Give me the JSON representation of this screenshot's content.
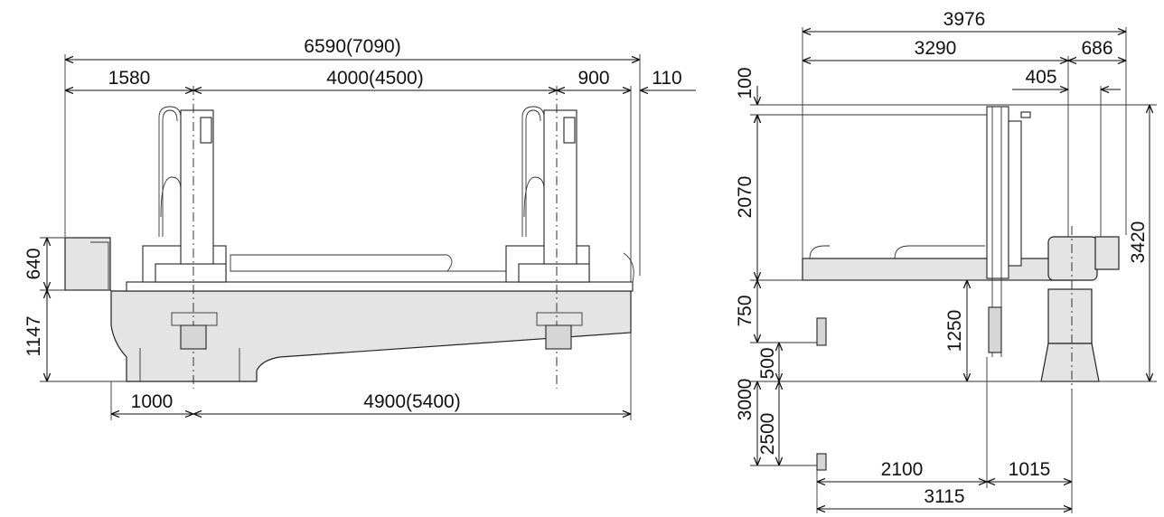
{
  "front_view": {
    "overall_width": "6590(7090)",
    "left_offset": "1580",
    "axis_spacing": "4000(4500)",
    "right_offset": "900",
    "right_extra": "110",
    "column_height": "640",
    "base_height": "1147",
    "base_left": "1000",
    "base_length": "4900(5400)"
  },
  "side_view": {
    "overall_width": "3976",
    "beam_length": "3290",
    "right_overhang": "686",
    "right_inner": "405",
    "top_margin": "100",
    "column_height": "2070",
    "total_height": "3420",
    "upper_stroke": "750",
    "lower_gap": "500",
    "stroke_total": "3000",
    "stroke_lower": "2500",
    "vertical_stroke": "1250",
    "horizontal_left": "2100",
    "horizontal_right": "1015",
    "horizontal_total": "3115"
  }
}
